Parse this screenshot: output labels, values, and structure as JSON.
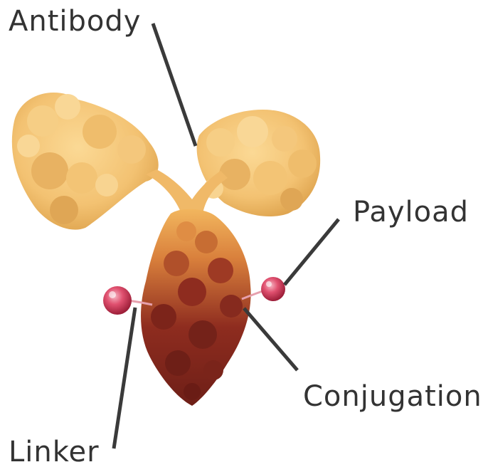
{
  "labels": {
    "antibody": "Antibody",
    "payload": "Payload",
    "conjugation": "Conjugation",
    "linker": "Linker"
  },
  "colors": {
    "arm_light": "#f7c97a",
    "arm_mid": "#eab257",
    "stem_top": "#d9803c",
    "stem_bottom": "#6e1f17",
    "payload": "#d4375a",
    "leader_line": "#3a3a3a",
    "text": "#333333"
  }
}
